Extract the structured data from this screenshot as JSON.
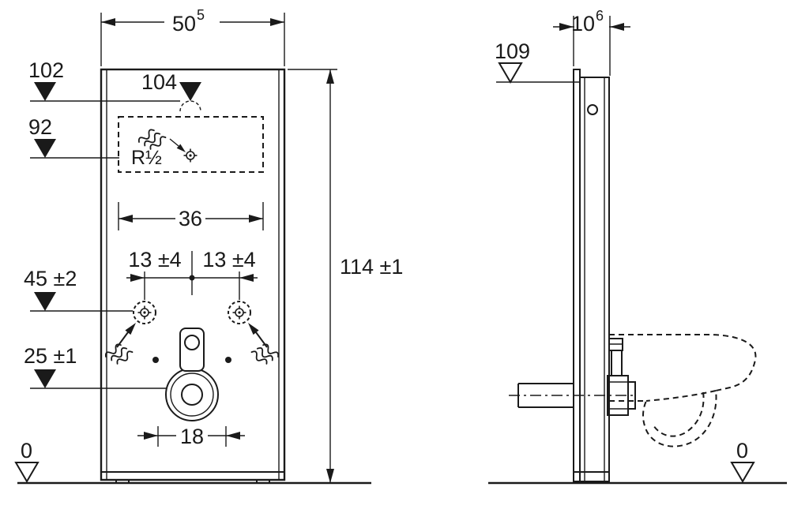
{
  "drawing": {
    "front_view": {
      "width_dim": {
        "main": "50",
        "sup": "5"
      },
      "height_dim": "114 ±1",
      "levels": {
        "l102": "102",
        "l92": "92",
        "l45": "45 ±2",
        "l25": "25 ±1",
        "l0": "0"
      },
      "top_connection": "104",
      "water_connection": "R½",
      "dim_36": "36",
      "dim_13_left": "13 ±4",
      "dim_13_right": "13 ±4",
      "dim_18": "18"
    },
    "side_view": {
      "depth_dim": {
        "main": "10",
        "sup": "6"
      },
      "level_109": "109",
      "level_0": "0"
    },
    "colors": {
      "line": "#1a1a1a",
      "background": "#ffffff"
    }
  }
}
